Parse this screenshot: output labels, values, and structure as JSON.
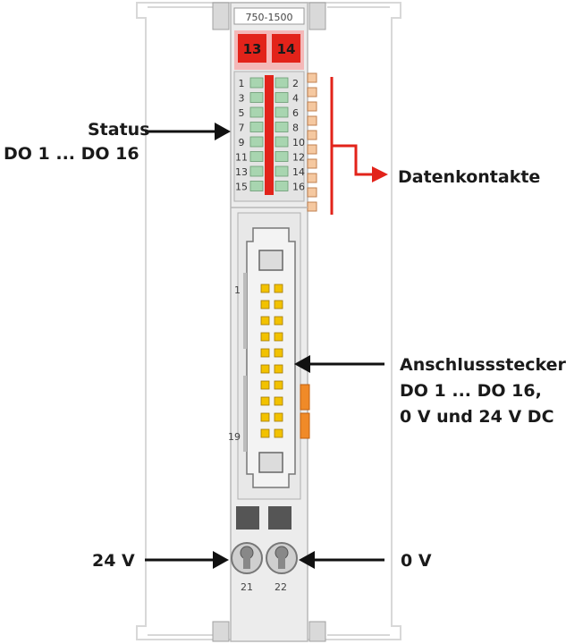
{
  "module": {
    "model": "750-1500",
    "terminal_left": "13",
    "terminal_right": "14",
    "led_numbers_left": [
      "1",
      "3",
      "5",
      "7",
      "9",
      "11",
      "13",
      "15"
    ],
    "led_numbers_right": [
      "2",
      "4",
      "6",
      "8",
      "10",
      "12",
      "14",
      "16"
    ],
    "connector_pin_first": "1",
    "connector_pin_last": "19",
    "terminal_bottom_left": "21",
    "terminal_bottom_right": "22"
  },
  "labels": {
    "status_line1": "Status",
    "status_line2": "DO 1 ... DO 16",
    "datenkontakte": "Datenkontakte",
    "connector_line1": "Anschlussstecker",
    "connector_line2": "DO 1 ... DO 16,",
    "connector_line3": "0 V und 24 V DC",
    "v24": "24 V",
    "v0": "0 V"
  },
  "colors": {
    "accent_red": "#e2231a",
    "led_green": "#a8d5b0",
    "module_grey": "#e6e6e6",
    "pin_yellow": "#f2c200",
    "connector_orange": "#f08a28"
  }
}
